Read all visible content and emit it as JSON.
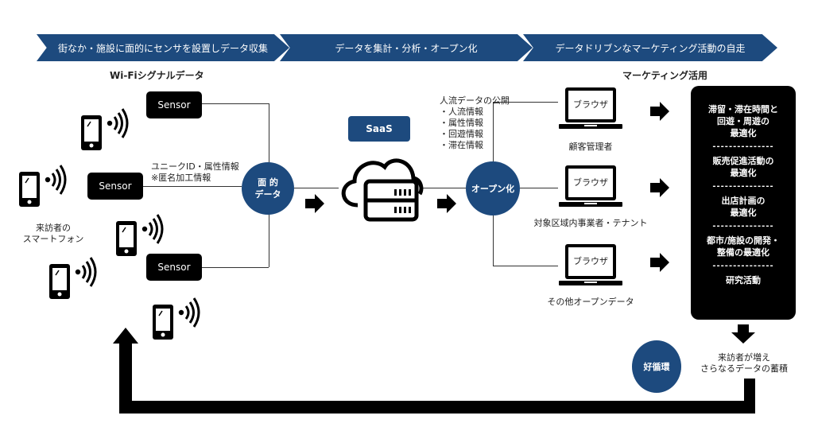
{
  "stages": [
    {
      "label": "街なか・施設に面的にセンサを設置しデータ収集"
    },
    {
      "label": "データを集計・分析・オープン化"
    },
    {
      "label": "データドリブンなマーケティング活動の自走"
    }
  ],
  "wifi_title": "Wi-Fiシグナルデータ",
  "sensors": [
    {
      "label": "Sensor"
    },
    {
      "label": "Sensor"
    },
    {
      "label": "Sensor"
    }
  ],
  "smartphone_caption": [
    "来訪者の",
    "スマートフォン"
  ],
  "unique_id_note": [
    "ユニークID・属性情報",
    "※匿名加工情報"
  ],
  "area_data_circle": [
    "面 的",
    "データ"
  ],
  "saas_label": "SaaS",
  "open_circle": "オープン化",
  "publish_note": {
    "title": "人流データの公開",
    "items": [
      "人流情報",
      "属性情報",
      "回遊情報",
      "滞在情報"
    ]
  },
  "marketing_title": "マーケティング活用",
  "browsers": [
    {
      "screen": "ブラウザ",
      "caption": "顧客管理者"
    },
    {
      "screen": "ブラウザ",
      "caption": "対象区域内事業者・テナント"
    },
    {
      "screen": "ブラウザ",
      "caption": "その他オープンデータ"
    }
  ],
  "outcomes": [
    {
      "lines": [
        "滞留・滞在時間と",
        "回遊・周遊の",
        "最適化"
      ]
    },
    {
      "lines": [
        "販売促進活動の",
        "最適化"
      ]
    },
    {
      "lines": [
        "出店計画の",
        "最適化"
      ]
    },
    {
      "lines": [
        "都市/施設の開発・",
        "整備の最適化"
      ]
    },
    {
      "lines": [
        "研究活動"
      ]
    }
  ],
  "separator": "---------------",
  "cycle_circle": "好循環",
  "growth_note": [
    "来訪者が増え",
    "さらなるデータの蓄積"
  ],
  "colors": {
    "navy": "#1d4a7e",
    "black": "#000000"
  }
}
